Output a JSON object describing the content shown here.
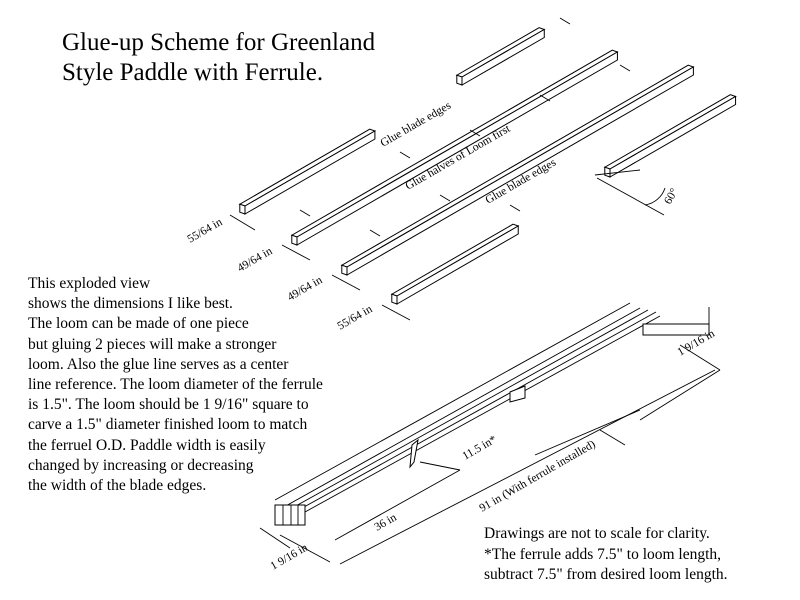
{
  "title": [
    "Glue-up Scheme for Greenland",
    "Style Paddle with Ferrule."
  ],
  "description": [
    "This exploded view",
    "shows the dimensions I like best.",
    "The loom can be made of one piece",
    "but gluing 2 pieces will make a stronger",
    "loom.  Also the glue line serves as a center",
    "line reference.  The loom diameter of the ferrule",
    "is 1.5\".  The loom should be 1 9/16\" square to",
    "carve a 1.5\" diameter finished loom to match",
    "the ferruel O.D.  Paddle width is easily",
    "changed by increasing or decreasing",
    "the width of the blade edges."
  ],
  "notes": [
    "Drawings are not to scale for clarity.",
    "*The ferrule adds 7.5\" to loom length,",
    "subtract 7.5\" from desired loom length."
  ],
  "labels": {
    "glue_blade_edges_top": "Glue blade edges",
    "glue_halves": "Glue halves of Loom first",
    "glue_blade_edges_bottom": "Glue blade edges",
    "angle": "60°",
    "dim_55_64_a": "55/64 in",
    "dim_49_64_a": "49/64 in",
    "dim_49_64_b": "49/64 in",
    "dim_55_64_b": "55/64 in",
    "dim_ferrule_width": "1 9/16 in",
    "dim_loom_width": "1 9/16 in",
    "dim_blade": "36 in",
    "dim_ferrule": "11.5 in*",
    "dim_total": "91 in (With ferrule installed)"
  }
}
